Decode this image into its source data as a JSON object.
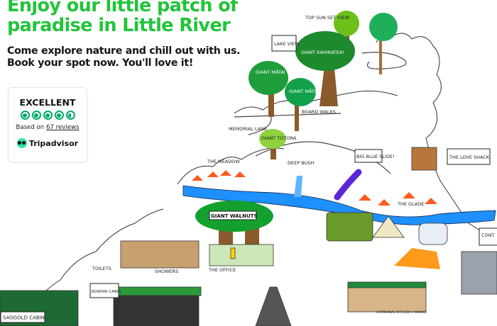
{
  "hero": {
    "headline_line1": "Enjoy our little patch of",
    "headline_line2": "paradise in Little River",
    "sub_line1": "Come explore nature and chill out with us.",
    "sub_line2": "Book your spot now. You'll love it!"
  },
  "review_widget": {
    "rating_label": "EXCELLENT",
    "rating_value": 4.5,
    "rating_max": 5,
    "based_on": "Based on",
    "reviews_link": "67 reviews",
    "brand": "Tripadvisor",
    "accent_color": "#00aa6c"
  },
  "map": {
    "labels": {
      "top_sunset": "TOP SUN SET VIEW",
      "lake_view": "LAKE VIEW",
      "kahikatea": "GIANT KAHIKATEA!",
      "matai1": "GIANT MĀTAI",
      "matai2": "GIANT MĀTAI",
      "boardwalks": "BOARD WALKS",
      "memorial_lane": "MEMORIAL LANE",
      "totora": "GIANT TOTORA",
      "meadow": "THE MEADOW",
      "deep_bush": "DEEP BUSH",
      "slide": "BIG BLUE SLIDE!",
      "love_shack": "THE LOVE SHACK",
      "glade": "THE GLADE",
      "walnuts": "GIANT WALNUTS",
      "toilets": "TOILETS",
      "showers": "SHOWERS",
      "office": "THE OFFICE",
      "kitchen": "COMMUNAL KITCHEN + DINING",
      "kowhai": "KOWHAI CABIN",
      "sag_gold": "SAGGOLD CABIN",
      "cont": "CONT"
    },
    "colors": {
      "river": "#1e90ff",
      "tree": "#1f9d3a",
      "tent": "#ff5a1f"
    }
  }
}
